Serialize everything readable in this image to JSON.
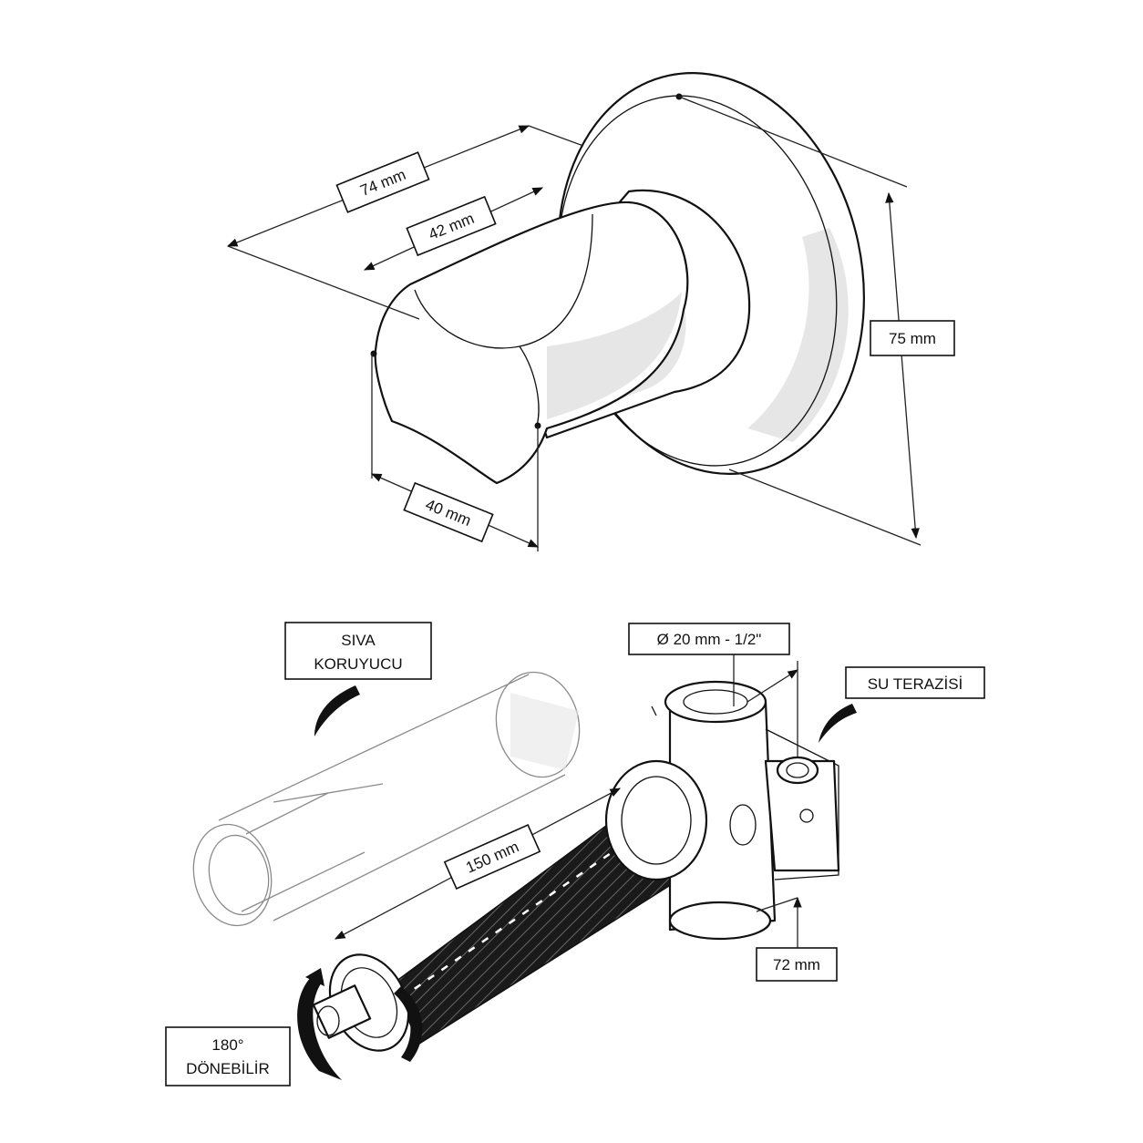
{
  "labels": {
    "overall_depth": "74 mm",
    "handle_length": "42 mm",
    "handle_diameter": "40 mm",
    "rosette_diameter": "75 mm",
    "plaster_guard_line1": "SIVA",
    "plaster_guard_line2": "KORUYUCU",
    "pipe_size": "Ø 20 mm - 1/2\"",
    "spirit_level": "SU TERAZİSİ",
    "extension_length": "150 mm",
    "body_depth": "72 mm",
    "rotation_line1": "180°",
    "rotation_line2": "DÖNEBİLİR"
  },
  "colors": {
    "line": "#111111",
    "shade": "#e6e6e6",
    "background": "#ffffff"
  }
}
